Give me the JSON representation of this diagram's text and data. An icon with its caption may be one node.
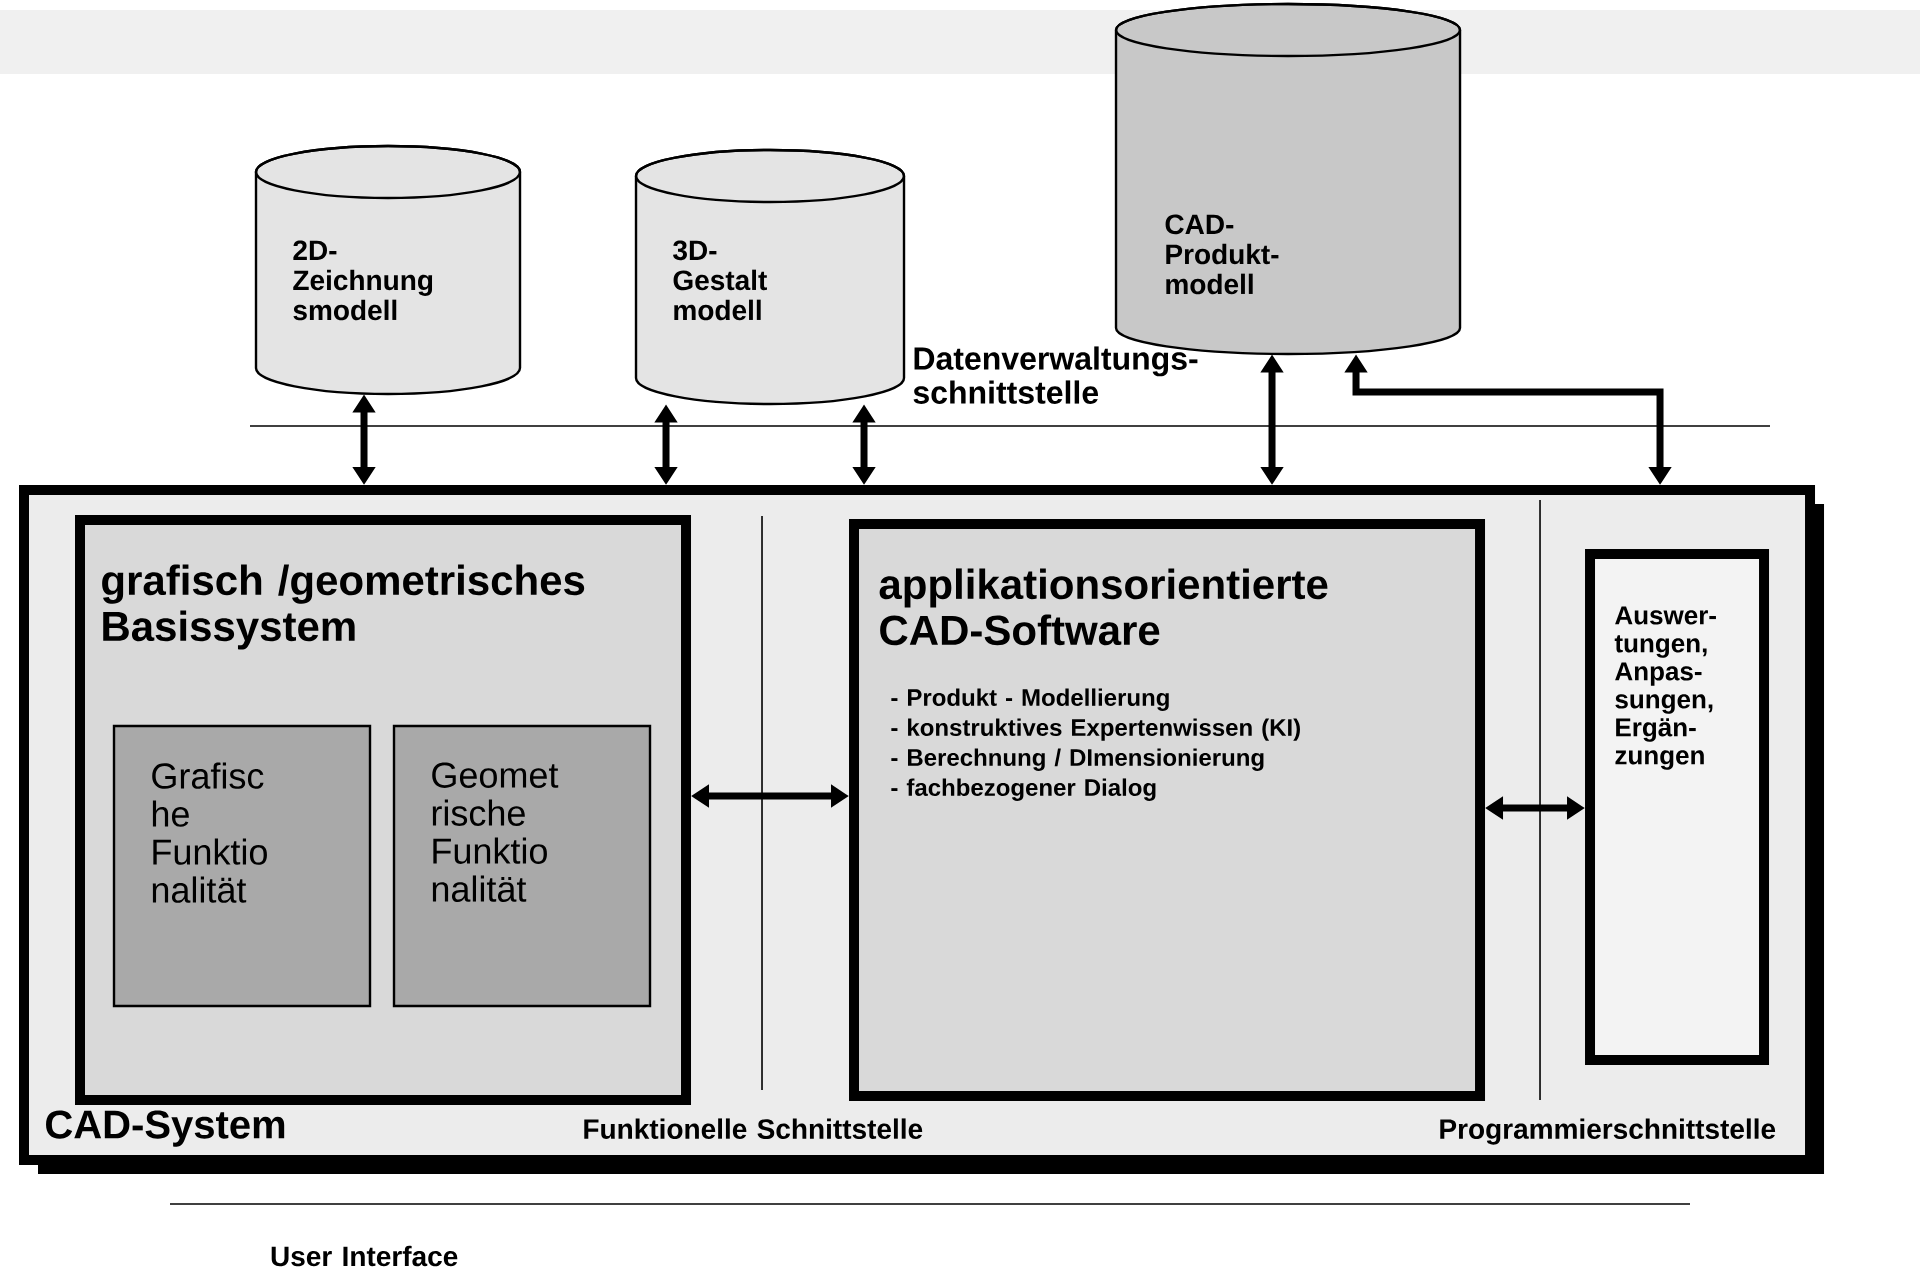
{
  "diagram": {
    "nodes": [
      {
        "text": [
          "2D- Zeichnung smodell"
        ]
      },
      {
        "text": [
          "3D- Gestalt modell"
        ]
      },
      {
        "text": [
          "CAD- Produkt- modell"
        ]
      },
      {
        "text": [
          "CAD-System"
        ]
      },
      {
        "text": [
          "grafisch /geometrisches Basissystem"
        ],
        "in": 3
      },
      {
        "text": [
          "Grafisc he Funktio nalität"
        ],
        "in": 4
      },
      {
        "text": [
          "Geomet rische Funktio nalität"
        ],
        "in": 4
      },
      {
        "text": [
          "applikationsorientierte CAD-Software",
          "- Produkt - Modellierung",
          "- konstruktives Expertenwissen (KI)",
          "- Berechnung / DImensionierung",
          "- fachbezogener Dialog"
        ],
        "in": 3
      },
      {
        "text": [
          "Auswer- tungen, Anpas- sungen, Ergän- zungen"
        ],
        "in": 3
      }
    ],
    "edges": [
      {
        "from": 0,
        "to": 3,
        "arrow": "both"
      },
      {
        "from": 1,
        "to": 3,
        "arrow": "both"
      },
      {
        "from": 1,
        "to": 3,
        "arrow": "both"
      },
      {
        "from": 2,
        "to": 3,
        "arrow": "both"
      },
      {
        "from": 2,
        "to": 3,
        "arrow": "both"
      },
      {
        "from": 4,
        "to": 7,
        "arrow": "both"
      },
      {
        "from": 7,
        "to": 8,
        "arrow": "both"
      }
    ],
    "labels": [
      "Datenverwaltungs- schnittstelle",
      "Funktionelle Schnittstelle",
      "Programmierschnittstelle",
      "User Interface"
    ]
  }
}
